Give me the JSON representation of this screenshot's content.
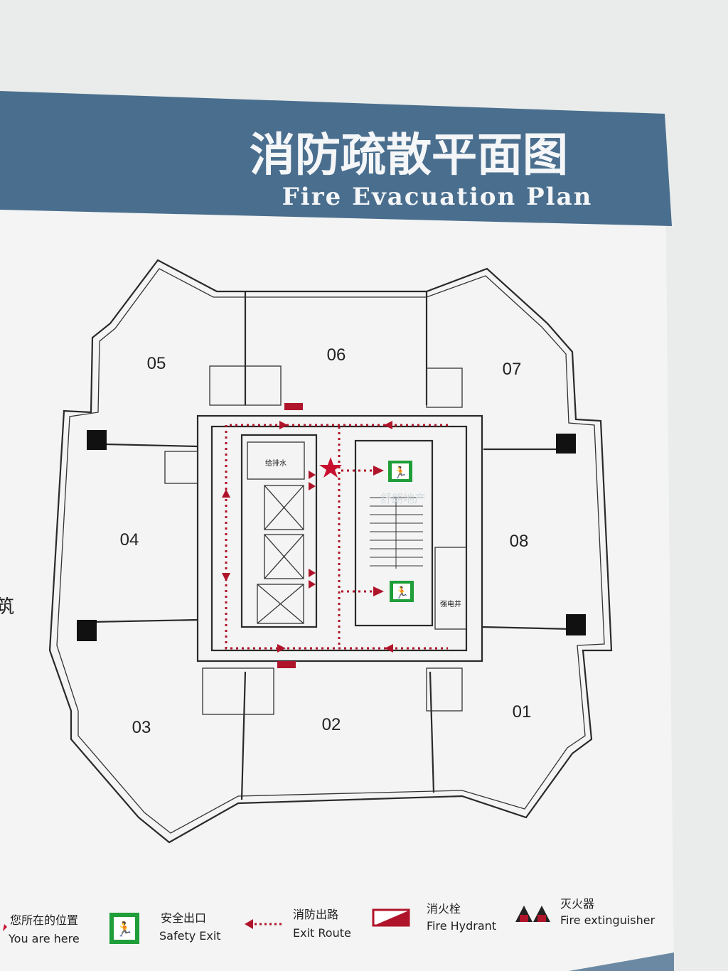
{
  "header": {
    "title_cn": "消防疏散平面图",
    "title_en": "Fire Evacuation Plan",
    "band_color": "#4a6e8e"
  },
  "plan": {
    "rooms": [
      "05",
      "06",
      "07",
      "04",
      "08",
      "03",
      "02",
      "01"
    ],
    "labels": {
      "water": "给排水",
      "electric": "强电井"
    },
    "watermark": "舒朗地产",
    "route_color": "#b0142a",
    "exit_color": "#1f9e3a"
  },
  "legend": [
    {
      "cn": "您所在的位置",
      "en": "You are here",
      "icon": "star-icon"
    },
    {
      "cn": "安全出口",
      "en": "Safety Exit",
      "icon": "safety-exit-icon"
    },
    {
      "cn": "消防出路",
      "en": "Exit Route",
      "icon": "exit-route-arrow-icon"
    },
    {
      "cn": "消火栓",
      "en": "Fire Hydrant",
      "icon": "fire-hydrant-icon"
    },
    {
      "cn": "灭火器",
      "en": "Fire extinguisher",
      "icon": "fire-extinguisher-icon"
    }
  ],
  "side_fragment": "筑"
}
